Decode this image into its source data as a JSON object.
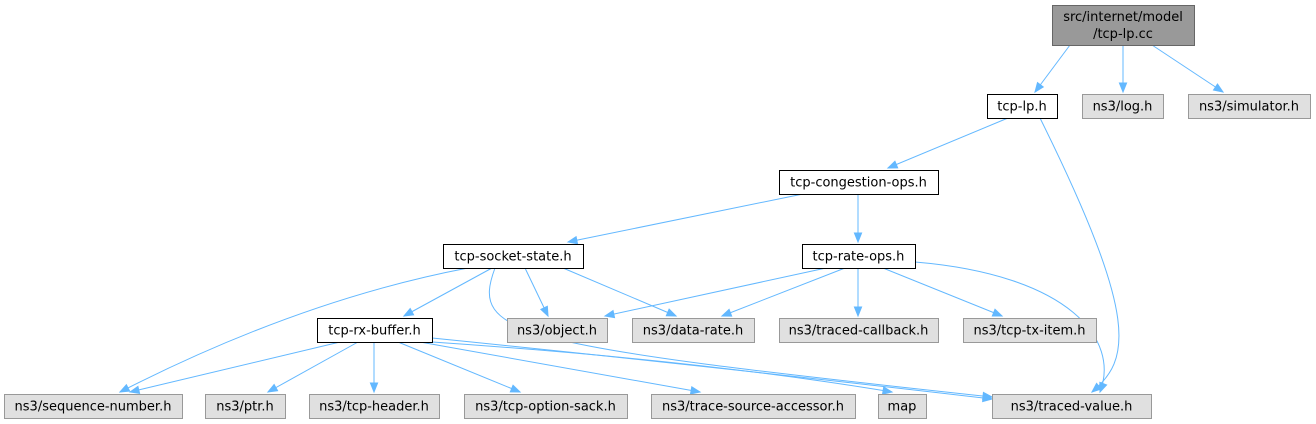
{
  "diagram": {
    "colors": {
      "edge": "#63b8ff",
      "root_fill": "#999999",
      "root_border": "#666666",
      "local_fill": "#ffffff",
      "local_border": "#000000",
      "external_fill": "#e0e0e0",
      "external_border": "#999999",
      "text": "#000000"
    },
    "nodes": [
      {
        "id": "tcp-lp-cc",
        "kind": "root",
        "lines": [
          "src/internet/model",
          "/tcp-lp.cc"
        ]
      },
      {
        "id": "tcp-lp-h",
        "kind": "local",
        "lines": [
          "tcp-lp.h"
        ]
      },
      {
        "id": "ns3-log-h",
        "kind": "external",
        "lines": [
          "ns3/log.h"
        ]
      },
      {
        "id": "ns3-simulator-h",
        "kind": "external",
        "lines": [
          "ns3/simulator.h"
        ]
      },
      {
        "id": "tcp-congestion-ops-h",
        "kind": "local",
        "lines": [
          "tcp-congestion-ops.h"
        ]
      },
      {
        "id": "tcp-socket-state-h",
        "kind": "local",
        "lines": [
          "tcp-socket-state.h"
        ]
      },
      {
        "id": "tcp-rate-ops-h",
        "kind": "local",
        "lines": [
          "tcp-rate-ops.h"
        ]
      },
      {
        "id": "tcp-rx-buffer-h",
        "kind": "local",
        "lines": [
          "tcp-rx-buffer.h"
        ]
      },
      {
        "id": "ns3-object-h",
        "kind": "external",
        "lines": [
          "ns3/object.h"
        ]
      },
      {
        "id": "ns3-data-rate-h",
        "kind": "external",
        "lines": [
          "ns3/data-rate.h"
        ]
      },
      {
        "id": "ns3-traced-callback-h",
        "kind": "external",
        "lines": [
          "ns3/traced-callback.h"
        ]
      },
      {
        "id": "ns3-tcp-tx-item-h",
        "kind": "external",
        "lines": [
          "ns3/tcp-tx-item.h"
        ]
      },
      {
        "id": "ns3-sequence-number-h",
        "kind": "external",
        "lines": [
          "ns3/sequence-number.h"
        ]
      },
      {
        "id": "ns3-ptr-h",
        "kind": "external",
        "lines": [
          "ns3/ptr.h"
        ]
      },
      {
        "id": "ns3-tcp-header-h",
        "kind": "external",
        "lines": [
          "ns3/tcp-header.h"
        ]
      },
      {
        "id": "ns3-tcp-option-sack-h",
        "kind": "external",
        "lines": [
          "ns3/tcp-option-sack.h"
        ]
      },
      {
        "id": "ns3-trace-source-accessor-h",
        "kind": "external",
        "lines": [
          "ns3/trace-source-accessor.h"
        ]
      },
      {
        "id": "map",
        "kind": "external",
        "lines": [
          "map"
        ]
      },
      {
        "id": "ns3-traced-value-h",
        "kind": "external",
        "lines": [
          "ns3/traced-value.h"
        ]
      }
    ],
    "edges": [
      {
        "from": "tcp-lp-cc",
        "to": "tcp-lp-h"
      },
      {
        "from": "tcp-lp-cc",
        "to": "ns3-log-h"
      },
      {
        "from": "tcp-lp-cc",
        "to": "ns3-simulator-h"
      },
      {
        "from": "tcp-lp-h",
        "to": "tcp-congestion-ops-h"
      },
      {
        "from": "tcp-lp-h",
        "to": "ns3-traced-value-h"
      },
      {
        "from": "tcp-congestion-ops-h",
        "to": "tcp-socket-state-h"
      },
      {
        "from": "tcp-congestion-ops-h",
        "to": "tcp-rate-ops-h"
      },
      {
        "from": "tcp-socket-state-h",
        "to": "tcp-rx-buffer-h"
      },
      {
        "from": "tcp-socket-state-h",
        "to": "ns3-sequence-number-h"
      },
      {
        "from": "tcp-socket-state-h",
        "to": "ns3-object-h"
      },
      {
        "from": "tcp-socket-state-h",
        "to": "ns3-data-rate-h"
      },
      {
        "from": "tcp-socket-state-h",
        "to": "ns3-traced-value-h"
      },
      {
        "from": "tcp-rate-ops-h",
        "to": "ns3-object-h"
      },
      {
        "from": "tcp-rate-ops-h",
        "to": "ns3-data-rate-h"
      },
      {
        "from": "tcp-rate-ops-h",
        "to": "ns3-traced-callback-h"
      },
      {
        "from": "tcp-rate-ops-h",
        "to": "ns3-tcp-tx-item-h"
      },
      {
        "from": "tcp-rate-ops-h",
        "to": "ns3-traced-value-h"
      },
      {
        "from": "tcp-rx-buffer-h",
        "to": "ns3-sequence-number-h"
      },
      {
        "from": "tcp-rx-buffer-h",
        "to": "ns3-ptr-h"
      },
      {
        "from": "tcp-rx-buffer-h",
        "to": "ns3-tcp-header-h"
      },
      {
        "from": "tcp-rx-buffer-h",
        "to": "ns3-tcp-option-sack-h"
      },
      {
        "from": "tcp-rx-buffer-h",
        "to": "ns3-trace-source-accessor-h"
      },
      {
        "from": "tcp-rx-buffer-h",
        "to": "map"
      },
      {
        "from": "tcp-rx-buffer-h",
        "to": "ns3-traced-value-h"
      }
    ]
  }
}
